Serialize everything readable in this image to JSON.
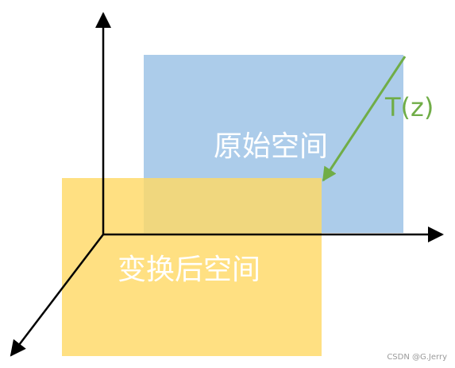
{
  "labels": {
    "original_space": "原始空间",
    "transformed_space": "变换后空间",
    "transform": "T(z)"
  },
  "watermark": "CSDN @G.Jerry",
  "colors": {
    "original_fill": "#9dc3e6",
    "transformed_fill": "#ffd966",
    "transform_arrow": "#70ad47",
    "axes": "#000000",
    "label_text": "#ffffff"
  }
}
